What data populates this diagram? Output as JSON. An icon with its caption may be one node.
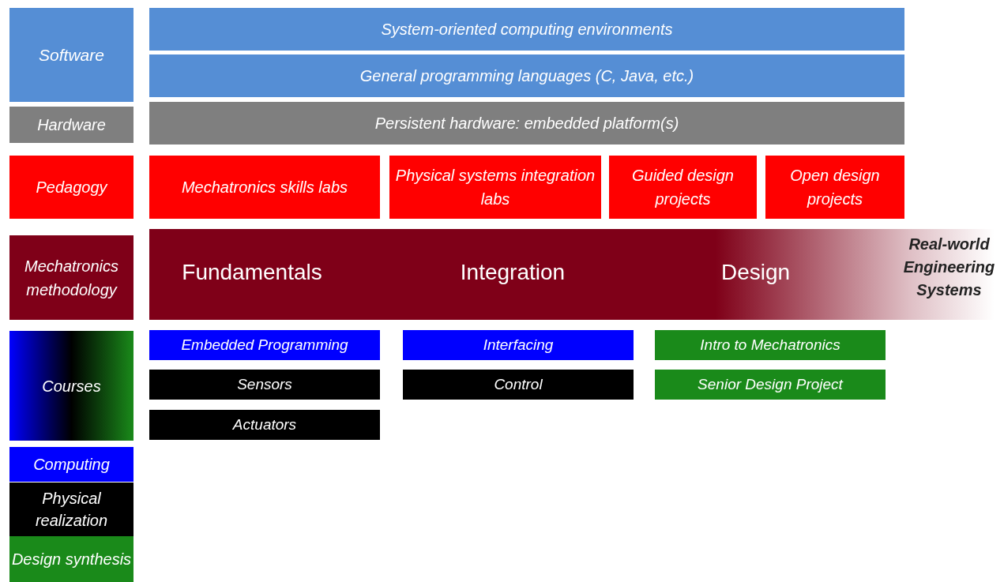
{
  "diagram": {
    "nodes": [
      {
        "text": [
          "Software"
        ]
      },
      {
        "text": [
          "System-oriented computing environments"
        ]
      },
      {
        "text": [
          "General programming languages (C, Java, etc.)"
        ]
      },
      {
        "text": [
          "Hardware"
        ]
      },
      {
        "text": [
          "Persistent hardware: embedded platform(s)"
        ]
      },
      {
        "text": [
          "Pedagogy"
        ]
      },
      {
        "text": [
          "Mechatronics skills labs"
        ]
      },
      {
        "text": [
          "Physical systems integration labs"
        ]
      },
      {
        "text": [
          "Guided design projects"
        ]
      },
      {
        "text": [
          "Open design projects"
        ]
      },
      {
        "text": [
          "Mechatronics methodology"
        ]
      },
      {
        "text": [
          "Fundamentals",
          "Integration",
          "Design",
          "Real-world Engineering Systems"
        ]
      },
      {
        "text": [
          "Courses"
        ]
      },
      {
        "text": [
          "Embedded Programming"
        ]
      },
      {
        "text": [
          "Sensors"
        ]
      },
      {
        "text": [
          "Actuators"
        ]
      },
      {
        "text": [
          "Interfacing"
        ]
      },
      {
        "text": [
          "Control"
        ]
      },
      {
        "text": [
          "Intro to Mechatronics"
        ]
      },
      {
        "text": [
          "Senior Design Project"
        ]
      }
    ],
    "legend": [
      {
        "text": "Computing",
        "color": "#0000ff"
      },
      {
        "text": "Physical realization",
        "color": "#000000"
      },
      {
        "text": "Design synthesis",
        "color": "#1a8a1a"
      }
    ]
  }
}
